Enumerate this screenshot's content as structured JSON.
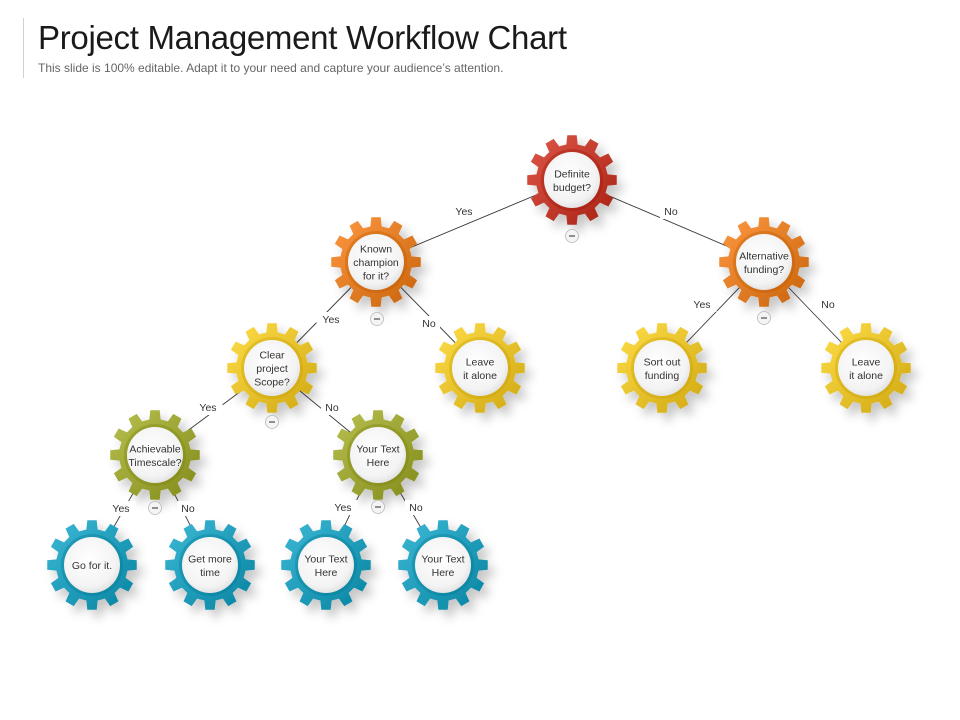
{
  "header": {
    "title": "Project Management Workflow Chart",
    "subtitle": "This slide is 100% editable. Adapt it to your need and capture your audience’s attention."
  },
  "colors": {
    "red": "#c0392b",
    "orange": "#e07b24",
    "yellow": "#e8c02a",
    "olive": "#9aa332",
    "teal": "#1f9bb8"
  },
  "nodes": [
    {
      "id": "n1",
      "lines": [
        "Definite",
        "budget?"
      ],
      "color": "red",
      "collapse_icon": true
    },
    {
      "id": "n2",
      "lines": [
        "Known",
        "champion",
        "for it?"
      ],
      "color": "orange",
      "collapse_icon": true
    },
    {
      "id": "n3",
      "lines": [
        "Alternative",
        "funding?"
      ],
      "color": "orange",
      "collapse_icon": true
    },
    {
      "id": "n4",
      "lines": [
        "Clear",
        "project",
        "Scope?"
      ],
      "color": "yellow",
      "collapse_icon": true
    },
    {
      "id": "n5",
      "lines": [
        "Leave",
        "it alone"
      ],
      "color": "yellow",
      "collapse_icon": false
    },
    {
      "id": "n6",
      "lines": [
        "Sort out",
        "funding"
      ],
      "color": "yellow",
      "collapse_icon": false
    },
    {
      "id": "n7",
      "lines": [
        "Leave",
        "it alone"
      ],
      "color": "yellow",
      "collapse_icon": false
    },
    {
      "id": "n8",
      "lines": [
        "Achievable",
        "Timescale?"
      ],
      "color": "olive",
      "collapse_icon": true
    },
    {
      "id": "n9",
      "lines": [
        "Your Text",
        "Here"
      ],
      "color": "olive",
      "collapse_icon": true
    },
    {
      "id": "n10",
      "lines": [
        "Go for it."
      ],
      "color": "teal",
      "collapse_icon": false
    },
    {
      "id": "n11",
      "lines": [
        "Get more",
        "time"
      ],
      "color": "teal",
      "collapse_icon": false
    },
    {
      "id": "n12",
      "lines": [
        "Your Text",
        "Here"
      ],
      "color": "teal",
      "collapse_icon": false
    },
    {
      "id": "n13",
      "lines": [
        "Your Text",
        "Here"
      ],
      "color": "teal",
      "collapse_icon": false
    }
  ],
  "edges": [
    {
      "from": "n1",
      "to": "n2",
      "label": "Yes"
    },
    {
      "from": "n1",
      "to": "n3",
      "label": "No"
    },
    {
      "from": "n2",
      "to": "n4",
      "label": "Yes"
    },
    {
      "from": "n2",
      "to": "n5",
      "label": "No"
    },
    {
      "from": "n3",
      "to": "n6",
      "label": "Yes"
    },
    {
      "from": "n3",
      "to": "n7",
      "label": "No"
    },
    {
      "from": "n4",
      "to": "n8",
      "label": "Yes"
    },
    {
      "from": "n4",
      "to": "n9",
      "label": "No"
    },
    {
      "from": "n8",
      "to": "n10",
      "label": "Yes"
    },
    {
      "from": "n8",
      "to": "n11",
      "label": "No"
    },
    {
      "from": "n9",
      "to": "n12",
      "label": "Yes"
    },
    {
      "from": "n9",
      "to": "n13",
      "label": "No"
    }
  ]
}
